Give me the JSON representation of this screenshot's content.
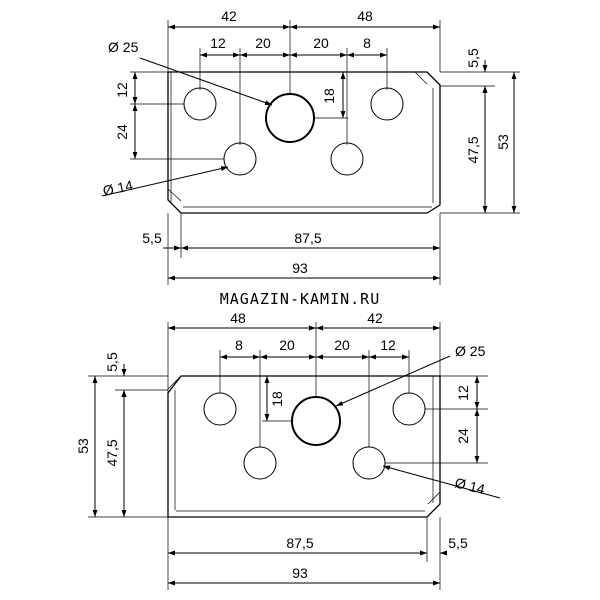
{
  "site": "MAGAZIN-KAMIN.RU",
  "top": {
    "d42": "42",
    "d48": "48",
    "d12": "12",
    "d20a": "20",
    "d20b": "20",
    "d8": "8",
    "dia25": "Ø 25",
    "dia14": "Ø 14",
    "v12": "12",
    "v24": "24",
    "v18": "18",
    "r5_5": "5,5",
    "r47_5": "47,5",
    "r53": "53",
    "b5_5": "5,5",
    "b87_5": "87,5",
    "b93": "93"
  },
  "bottom": {
    "d48": "48",
    "d42": "42",
    "d8": "8",
    "d20a": "20",
    "d20b": "20",
    "d12": "12",
    "dia25": "Ø 25",
    "dia14": "Ø 14",
    "v18": "18",
    "v12": "12",
    "v24": "24",
    "l5_5": "5,5",
    "l47_5": "47,5",
    "l53": "53",
    "b87_5": "87,5",
    "b5_5": "5,5",
    "b93": "93"
  }
}
